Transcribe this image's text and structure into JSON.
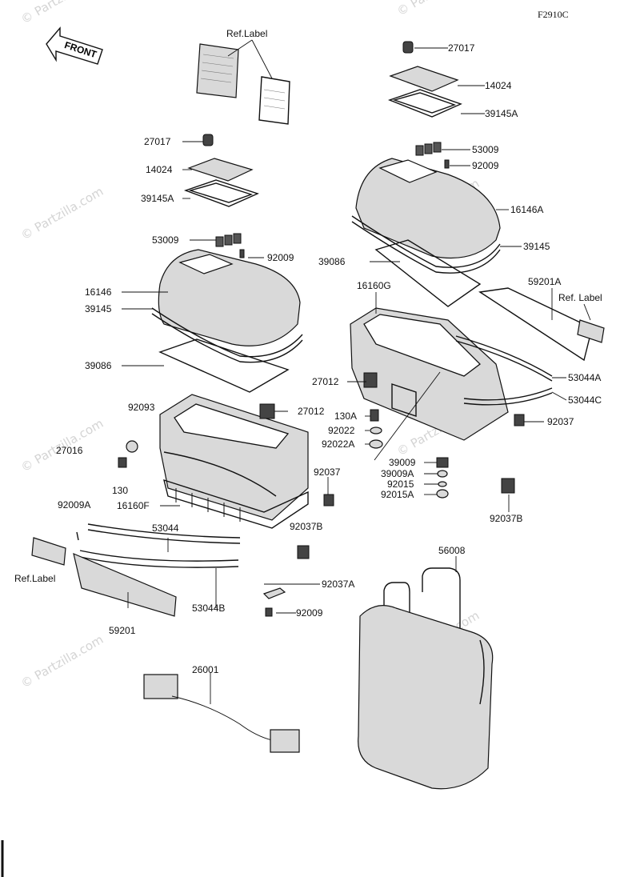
{
  "figure_code": "F2910C",
  "front_label": "FRONT",
  "watermark": "© Partzilla.com",
  "labels": {
    "ref_label_top": "Ref.Label",
    "l27017_left": "27017",
    "l14024_left": "14024",
    "l39145A_left": "39145A",
    "l53009_left": "53009",
    "l92009_left": "92009",
    "l16146": "16146",
    "l39145_left": "39145",
    "l39086_left": "39086",
    "l92093": "92093",
    "l27016": "27016",
    "l130": "130",
    "l27012_left": "27012",
    "l92037_left": "92037",
    "l16160F": "16160F",
    "l92009A": "92009A",
    "l53044": "53044",
    "ref_label_left": "Ref.Label",
    "l53044B": "53044B",
    "l92037B_left": "92037B",
    "l92037A": "92037A",
    "l92009_bottom": "92009",
    "l59201": "59201",
    "l26001": "26001",
    "l27017_right": "27017",
    "l14024_right": "14024",
    "l39145A_right": "39145A",
    "l53009_right": "53009",
    "l92009_right": "92009",
    "l16146A": "16146A",
    "l39145_right": "39145",
    "l39086_right": "39086",
    "l16160G": "16160G",
    "l59201A": "59201A",
    "ref_label_right": "Ref. Label",
    "l27012_right": "27012",
    "l53044A": "53044A",
    "l53044C": "53044C",
    "l130A": "130A",
    "l92022": "92022",
    "l92022A": "92022A",
    "l92037_right": "92037",
    "l39009": "39009",
    "l39009A": "39009A",
    "l92015": "92015",
    "l92015A": "92015A",
    "l92037B_right": "92037B",
    "l56008": "56008"
  }
}
